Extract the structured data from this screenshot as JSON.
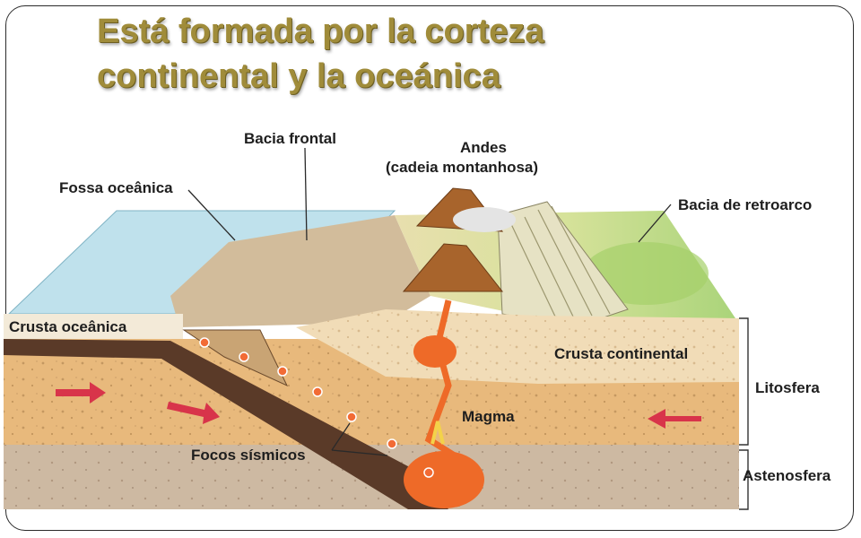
{
  "slide": {
    "title_line1": "Está formada por la corteza",
    "title_line2": "continental y la oceánica"
  },
  "diagram": {
    "labels": {
      "bacia_frontal": "Bacia frontal",
      "andes": "Andes",
      "cadeia": "(cadeia montanhosa)",
      "fossa": "Fossa oceânica",
      "retroarco": "Bacia de retroarco",
      "crusta_oceanica": "Crusta oceânica",
      "crusta_continental": "Crusta continental",
      "litosfera": "Litosfera",
      "magma": "Magma",
      "focos": "Focos sísmicos",
      "astenosfera": "Astenosfera"
    },
    "colors": {
      "ocean": "#bfe1ec",
      "sediment": "#d2bc9b",
      "continental_crust": "#f1dcb7",
      "lithosphere": "#e8b97c",
      "asthenosphere": "#cdb9a2",
      "subducting_plate": "#5a3a28",
      "magma": "#ee6a28",
      "arrow": "#d8344a",
      "volcano": "#a8642c",
      "green_land": "#b8d877"
    }
  }
}
